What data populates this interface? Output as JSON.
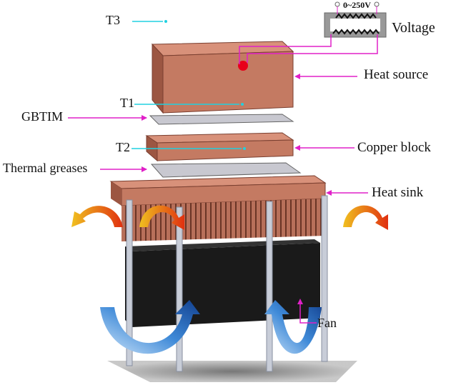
{
  "labels": {
    "t3": "T3",
    "t1": "T1",
    "t2": "T2",
    "gbtim": "GBTIM",
    "thermal_greases": "Thermal greases",
    "heat_source": "Heat source",
    "copper_block": "Copper block",
    "heat_sink": "Heat sink",
    "fan": "Fan",
    "voltage": "Voltage",
    "voltage_range": "0~250V"
  },
  "colors": {
    "copper": "#c47a62",
    "copper_dark": "#8c4a38",
    "leader_magenta": "#e020c8",
    "leader_cyan": "#20d0e0",
    "fan": "#1a1a1a",
    "arrow_blue": "#2a6fc0",
    "arrow_hot": "#e04020"
  }
}
